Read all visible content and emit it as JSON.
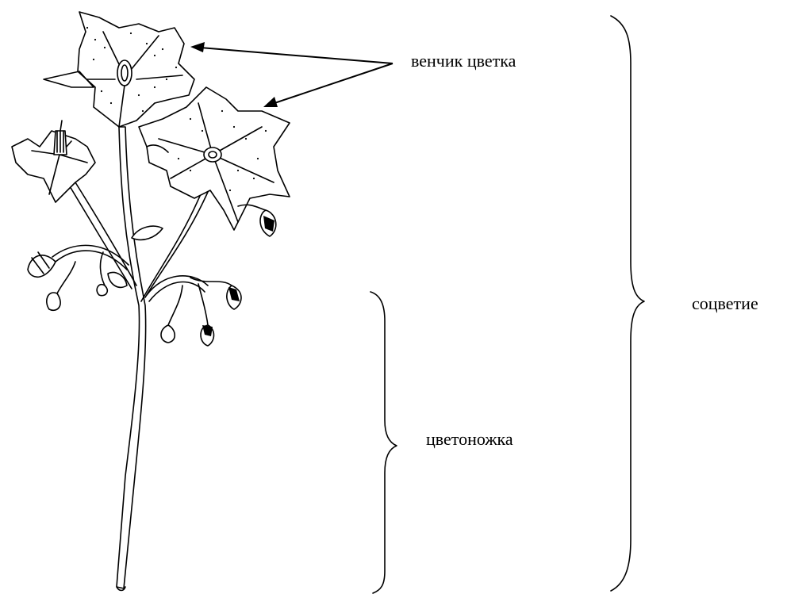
{
  "labels": {
    "corolla": "венчик цветка",
    "inflorescence": "соцветие",
    "peduncle": "цветоножка"
  },
  "icons": {
    "plant": "potato-flower-stem-drawing",
    "arrows": "arrow-icon",
    "braces": "curly-brace"
  }
}
